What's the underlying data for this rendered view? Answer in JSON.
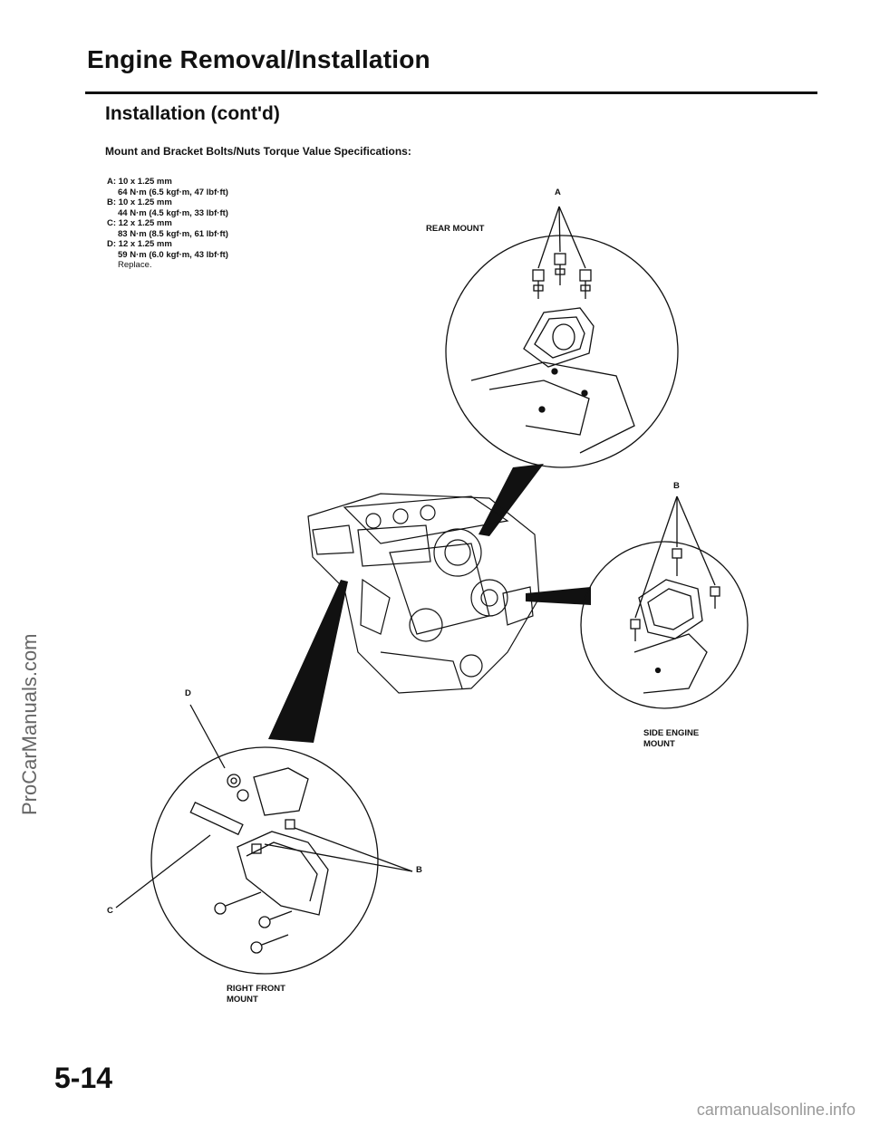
{
  "header": {
    "title": "Engine Removal/Installation",
    "subtitle": "Installation (cont'd)"
  },
  "specs": {
    "heading": "Mount and Bracket Bolts/Nuts Torque Value Specifications:",
    "items": [
      {
        "size": "A: 10 x 1.25 mm",
        "torque": "64 N·m (6.5 kgf·m, 47 lbf·ft)"
      },
      {
        "size": "B: 10 x 1.25 mm",
        "torque": "44 N·m (4.5 kgf·m, 33 lbf·ft)"
      },
      {
        "size": "C: 12 x 1.25 mm",
        "torque": "83 N·m (8.5 kgf·m, 61 lbf·ft)"
      },
      {
        "size": "D: 12 x 1.25 mm",
        "torque": "59 N·m (6.0 kgf·m, 43 lbf·ft)"
      }
    ],
    "note": "Replace."
  },
  "labels": {
    "rear_mount": "REAR MOUNT",
    "side_mount_1": "SIDE ENGINE",
    "side_mount_2": "MOUNT",
    "front_mount_1": "RIGHT FRONT",
    "front_mount_2": "MOUNT",
    "callout_a": "A",
    "callout_b_top": "B",
    "callout_b_bottom": "B",
    "callout_c": "C",
    "callout_d": "D"
  },
  "page_number": "5-14",
  "watermarks": {
    "side": "ProCarManuals.com",
    "bottom": "carmanualsonline.info"
  }
}
